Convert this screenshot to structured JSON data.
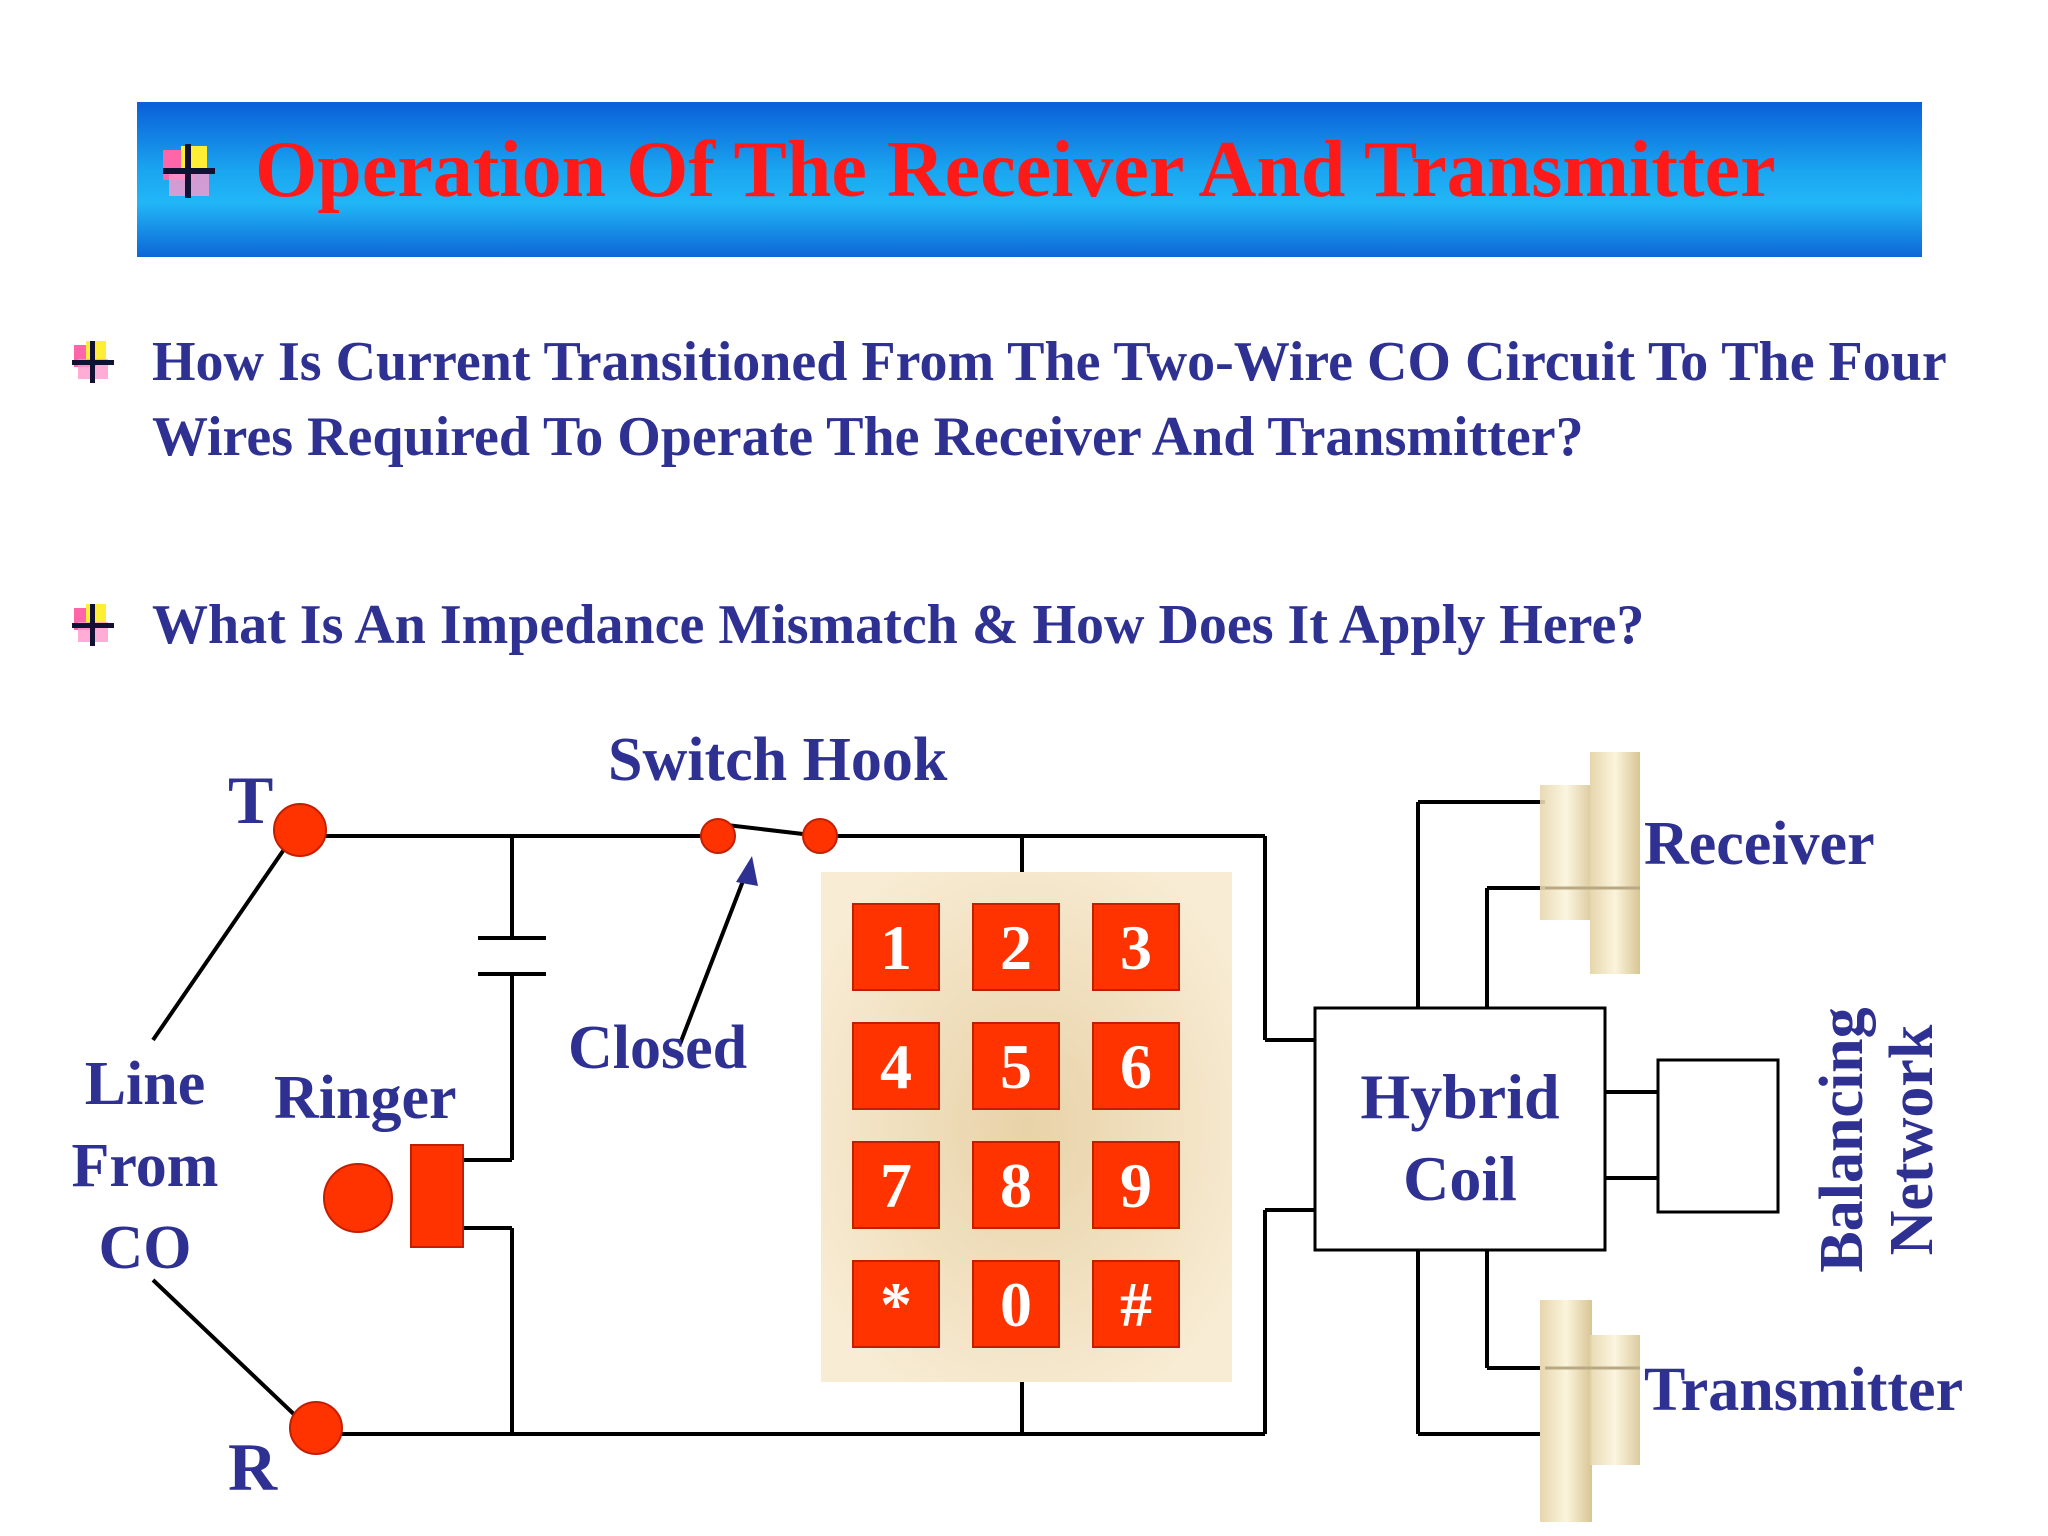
{
  "slide": {
    "title": "Operation Of The Receiver And Transmitter",
    "bullets": [
      "How Is Current Transitioned From The Two-Wire CO Circuit To The Four Wires Required To Operate The Receiver And Transmitter?",
      "What Is An Impedance Mismatch & How Does It Apply Here?"
    ]
  },
  "diagram": {
    "labels": {
      "tip": "T",
      "ring": "R",
      "line_from_co": [
        "Line",
        "From",
        "CO"
      ],
      "ringer": "Ringer",
      "switch_hook": "Switch Hook",
      "closed": "Closed",
      "hybrid_coil": [
        "Hybrid",
        "Coil"
      ],
      "receiver": "Receiver",
      "transmitter": "Transmitter",
      "balancing_network": [
        "Balancing",
        "Network"
      ]
    },
    "keypad": [
      "1",
      "2",
      "3",
      "4",
      "5",
      "6",
      "7",
      "8",
      "9",
      "*",
      "0",
      "#"
    ]
  },
  "colors": {
    "title_text": "#ff1a1a",
    "body_text": "#2e3192",
    "accent_red": "#ff3300",
    "keypad_bg": "#f5e6c8",
    "title_bar": "#1aa6f0"
  },
  "icons": {
    "title_bullet": "plus-square-icon",
    "list_bullet": "plus-square-icon"
  }
}
